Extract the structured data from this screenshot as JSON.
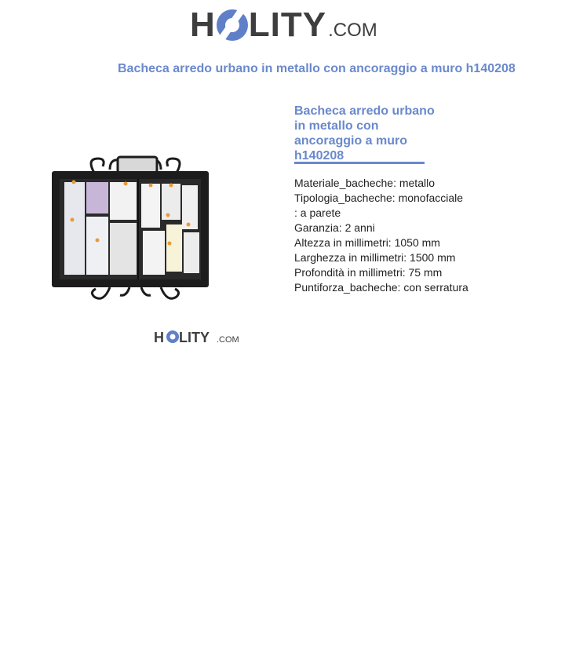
{
  "header": {
    "logo_text_left": "H",
    "logo_text_right": "LITY",
    "logo_suffix": ".COM"
  },
  "page_title": "Bacheca arredo urbano in metallo con ancoraggio a muro h140208",
  "product": {
    "title": "Bacheca arredo urbano in metallo con ancoraggio a muro h140208",
    "image_watermark_left": "H",
    "image_watermark_right": "LITY",
    "image_watermark_suffix": ".COM",
    "specs": [
      "Materiale_bacheche: metallo",
      "Tipologia_bacheche: monofacciale",
      ": a parete",
      "Garanzia: 2 anni",
      "Altezza in millimetri: 1050 mm",
      "Larghezza in millimetri: 1500 mm",
      "Profondità in millimetri: 75 mm",
      "Puntiforza_bacheche: con serratura"
    ]
  },
  "colors": {
    "accent": "#6a89cc",
    "logo_dark": "#3e3e3e",
    "frame": "#1c1c1c"
  }
}
